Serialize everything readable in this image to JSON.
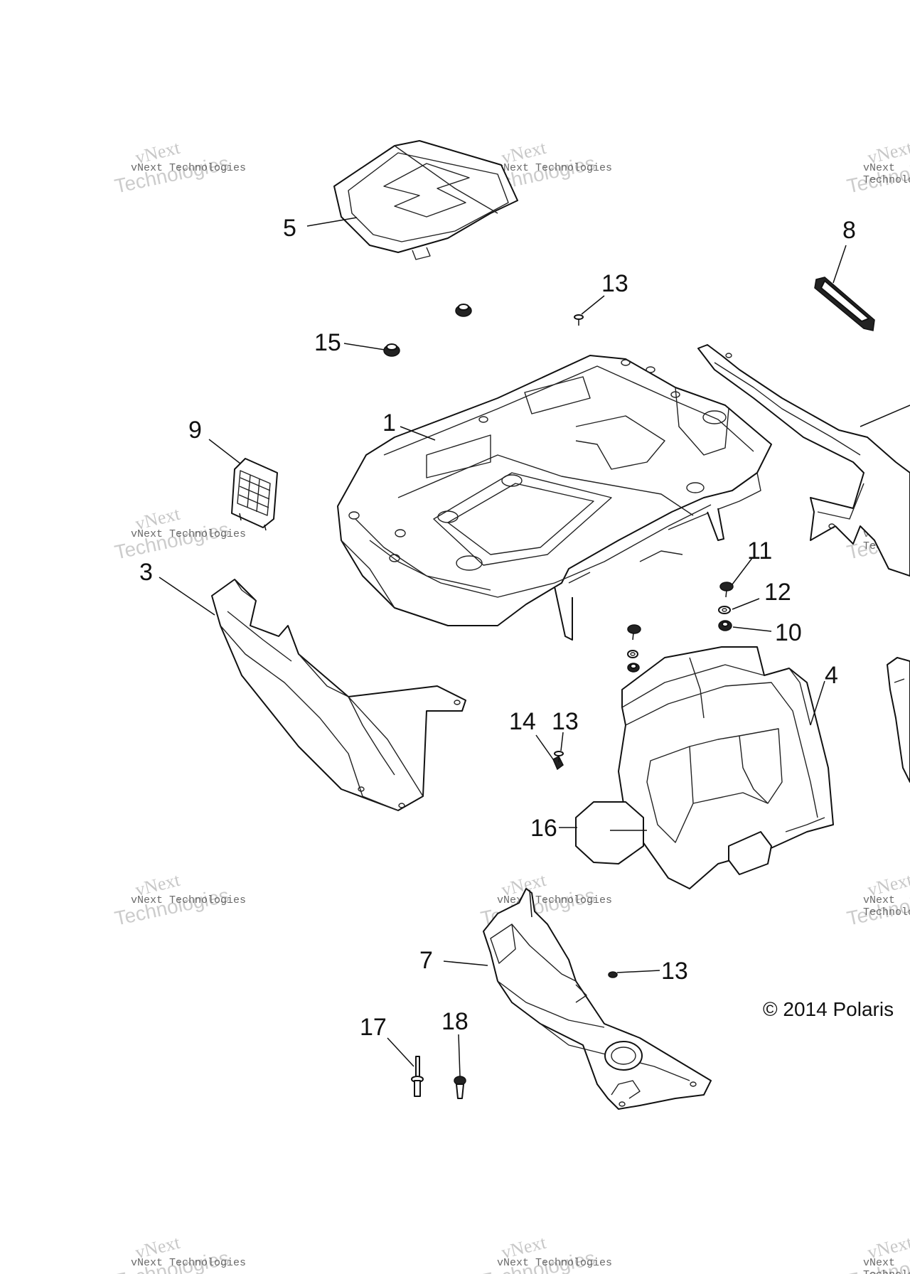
{
  "watermark": {
    "line1": "vNext",
    "line2": "vNext Technologies",
    "line3": "Technologies"
  },
  "copyright": "© 2014 Polaris",
  "callouts": [
    "5",
    "13",
    "8",
    "15",
    "1",
    "9",
    "3",
    "11",
    "12",
    "10",
    "4",
    "14",
    "13",
    "16",
    "7",
    "13",
    "17",
    "18"
  ],
  "icons": {
    "watermark": "vnext-watermark-icon"
  }
}
